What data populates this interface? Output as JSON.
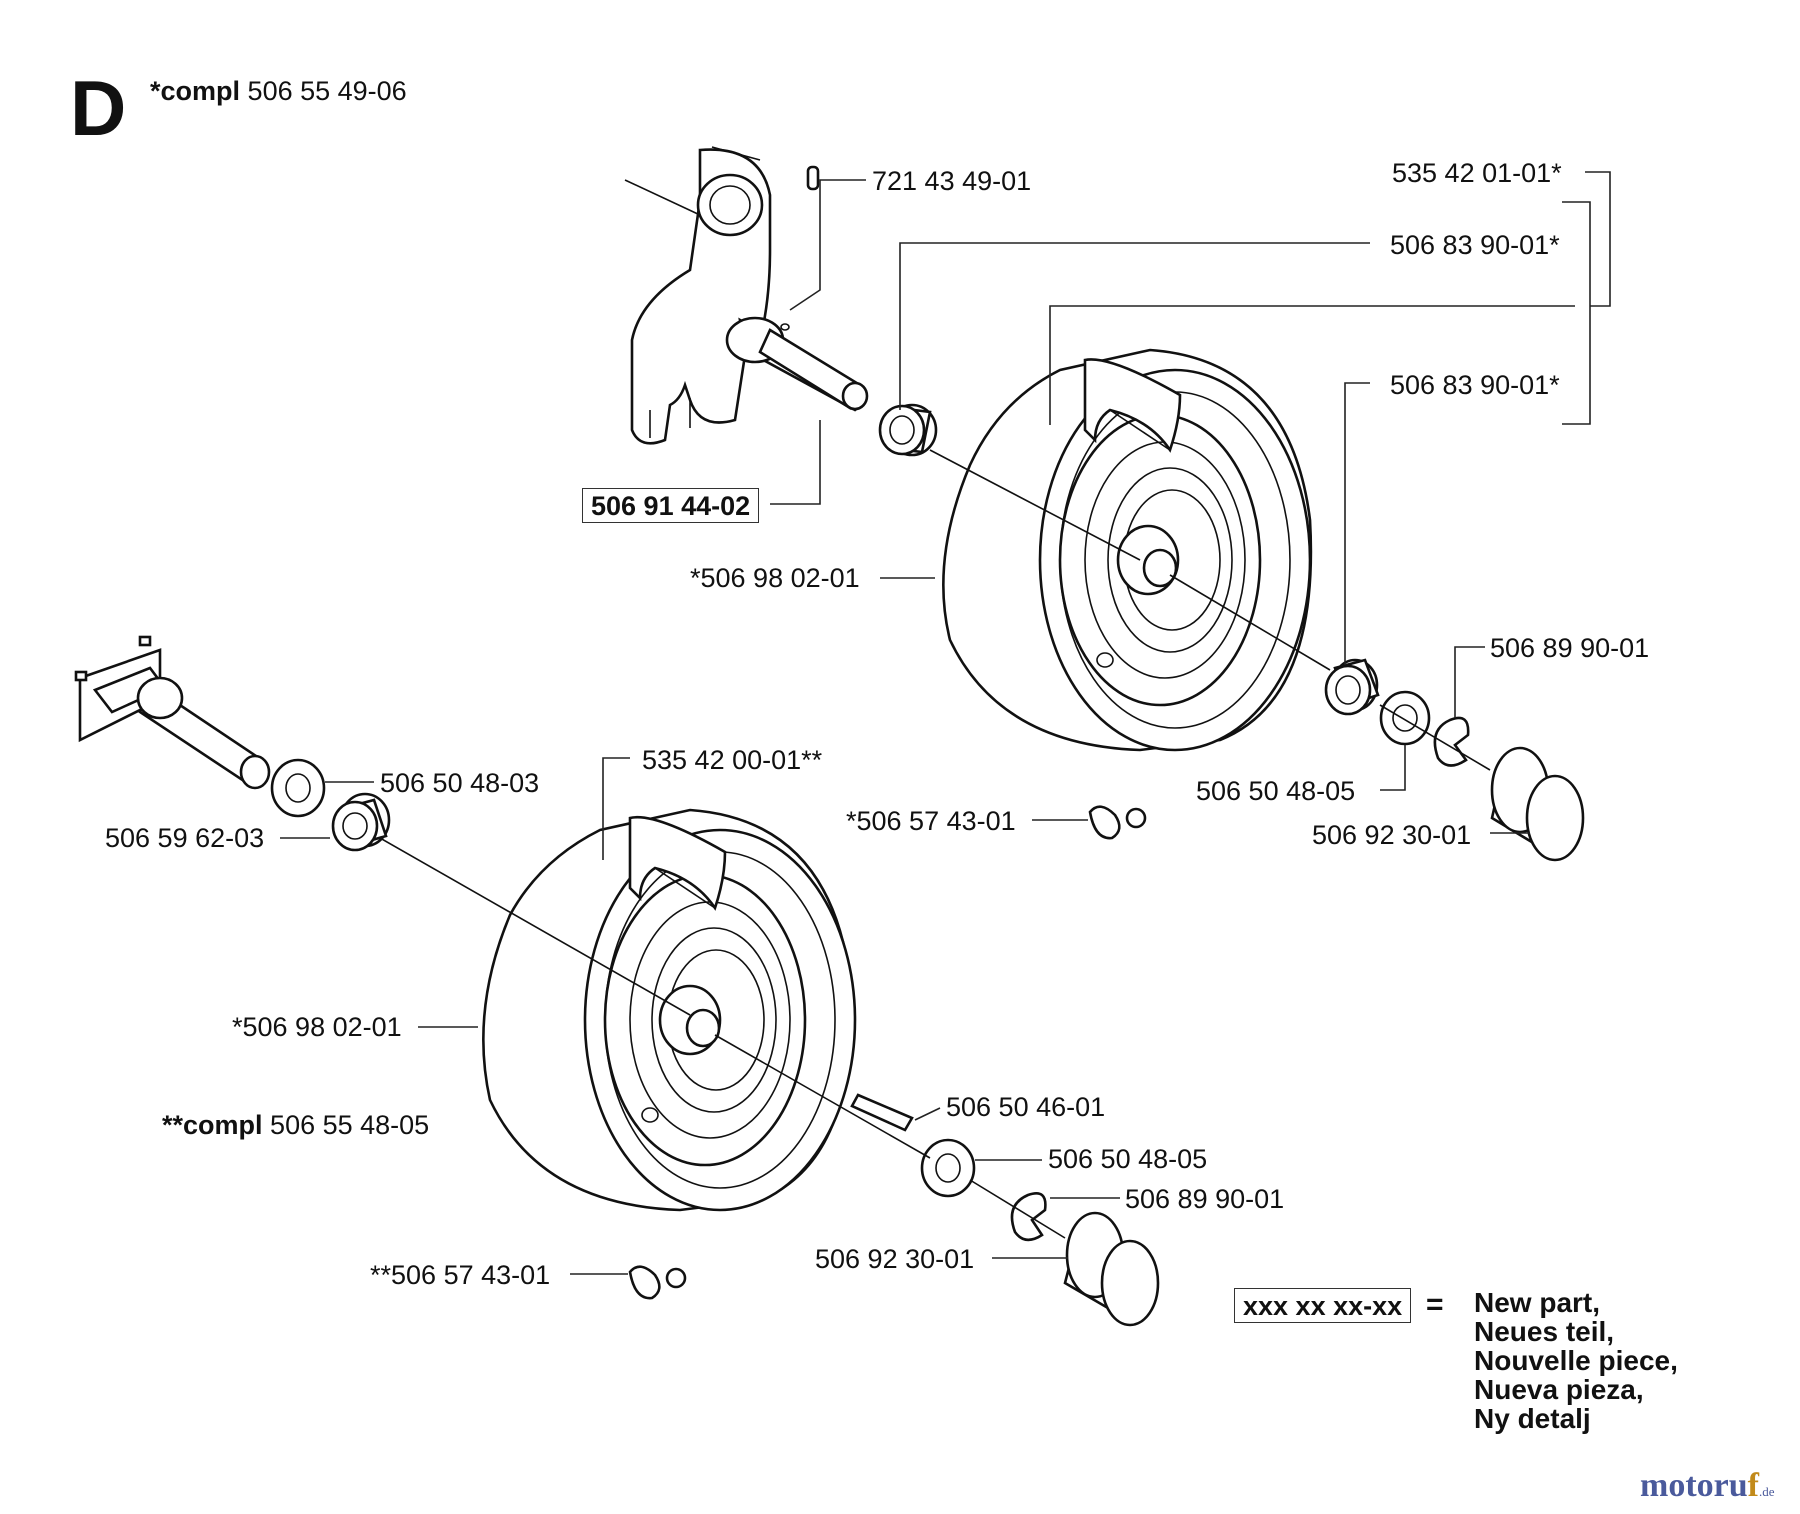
{
  "section_letter": "D",
  "assemblies": {
    "top": {
      "prefix": "*compl",
      "number": "506 55 49-06"
    },
    "bottom": {
      "prefix": "**compl",
      "number": "506 55 48-05"
    }
  },
  "callouts": [
    {
      "id": "c01",
      "text": "721 43 49-01"
    },
    {
      "id": "c02",
      "text": "535 42 01-01*"
    },
    {
      "id": "c03",
      "text": "506 83 90-01*"
    },
    {
      "id": "c04",
      "text": "506 83 90-01*"
    },
    {
      "id": "c05",
      "text": "506 91 44-02",
      "new_part": true
    },
    {
      "id": "c06",
      "text": "*506 98 02-01"
    },
    {
      "id": "c07",
      "text": "506 89 90-01"
    },
    {
      "id": "c08",
      "text": "506 50 48-05"
    },
    {
      "id": "c09",
      "text": "506 92 30-01"
    },
    {
      "id": "c10",
      "text": "*506 57 43-01"
    },
    {
      "id": "c11",
      "text": "535 42 00-01**"
    },
    {
      "id": "c12",
      "text": "506 50 48-03"
    },
    {
      "id": "c13",
      "text": "506 59 62-03"
    },
    {
      "id": "c14",
      "text": "*506 98 02-01"
    },
    {
      "id": "c15",
      "text": "506 50 46-01"
    },
    {
      "id": "c16",
      "text": "506 50 48-05"
    },
    {
      "id": "c17",
      "text": "506 89 90-01"
    },
    {
      "id": "c18",
      "text": "506 92 30-01"
    },
    {
      "id": "c19",
      "text": "**506 57 43-01"
    }
  ],
  "legend": {
    "key": "xxx xx xx-xx",
    "equals": "=",
    "lines": [
      "New part,",
      "Neues teil,",
      "Nouvelle piece,",
      "Nueva pieza,",
      "Ny detalj"
    ]
  },
  "watermark": {
    "main": "motoru",
    "accent": "f",
    "suffix": ".de"
  }
}
